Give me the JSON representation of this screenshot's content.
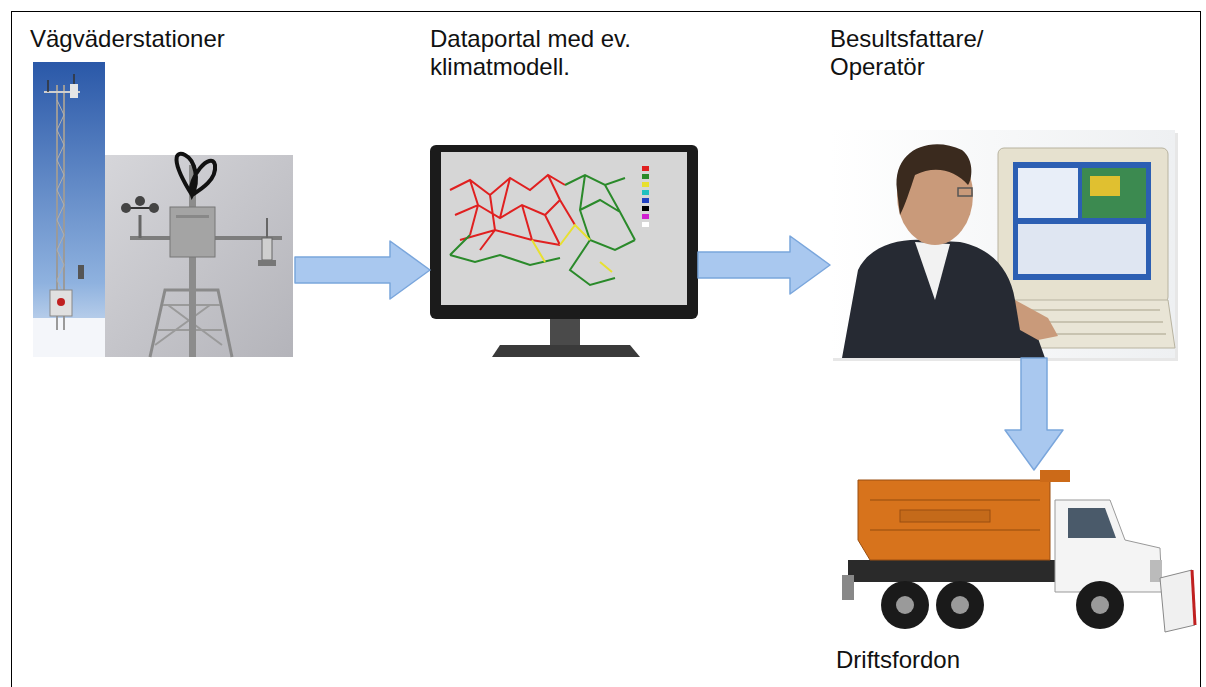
{
  "diagram": {
    "nodes": [
      {
        "text": [
          "Vägväderstationer"
        ]
      },
      {
        "text": [
          "Dataportal med ev. klimatmodell."
        ]
      },
      {
        "text": [
          "Besultsfattare/ Operatör"
        ]
      },
      {
        "text": [
          "Driftsfordon"
        ]
      }
    ],
    "edges": [
      {
        "from": 0,
        "to": 1,
        "arrow": "to"
      },
      {
        "from": 1,
        "to": 2,
        "arrow": "to"
      },
      {
        "from": 2,
        "to": 3,
        "arrow": "to"
      }
    ]
  }
}
